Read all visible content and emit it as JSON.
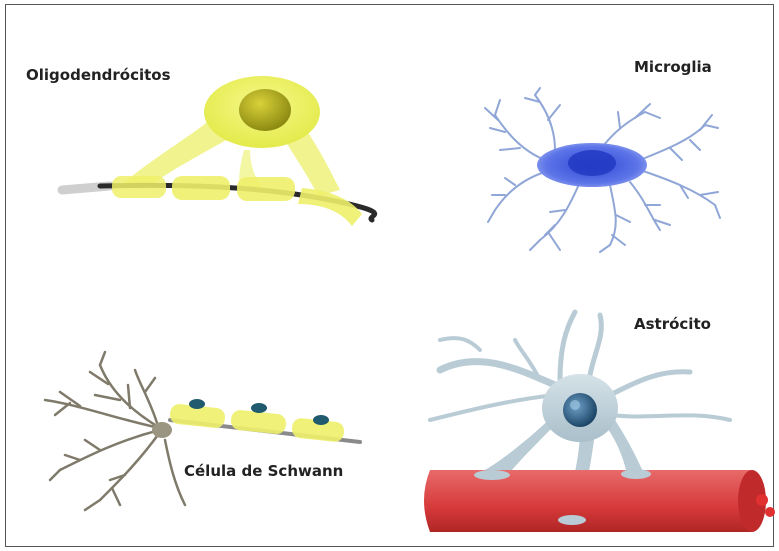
{
  "labels": {
    "oligodendrocytes": "Oligodendrócitos",
    "microglia": "Microglia",
    "astrocyte": "Astrócito",
    "schwann_cell": "Célula de Schwann"
  },
  "colors": {
    "oligodendrocyte_body": "#e8ee5a",
    "oligodendrocyte_nucleus": "#a9a51c",
    "microglia_body": "#4a63e0",
    "microglia_branches": "#8fa6d6",
    "schwann_myelin": "#eef06a",
    "schwann_nucleus": "#1f5a6e",
    "astrocyte_body": "#b9ccd6",
    "astrocyte_nucleus": "#2f5f8a",
    "blood_vessel": "#d94242",
    "axon": "#2a2a2a",
    "neuron_dendrites": "#7f7a6a"
  }
}
